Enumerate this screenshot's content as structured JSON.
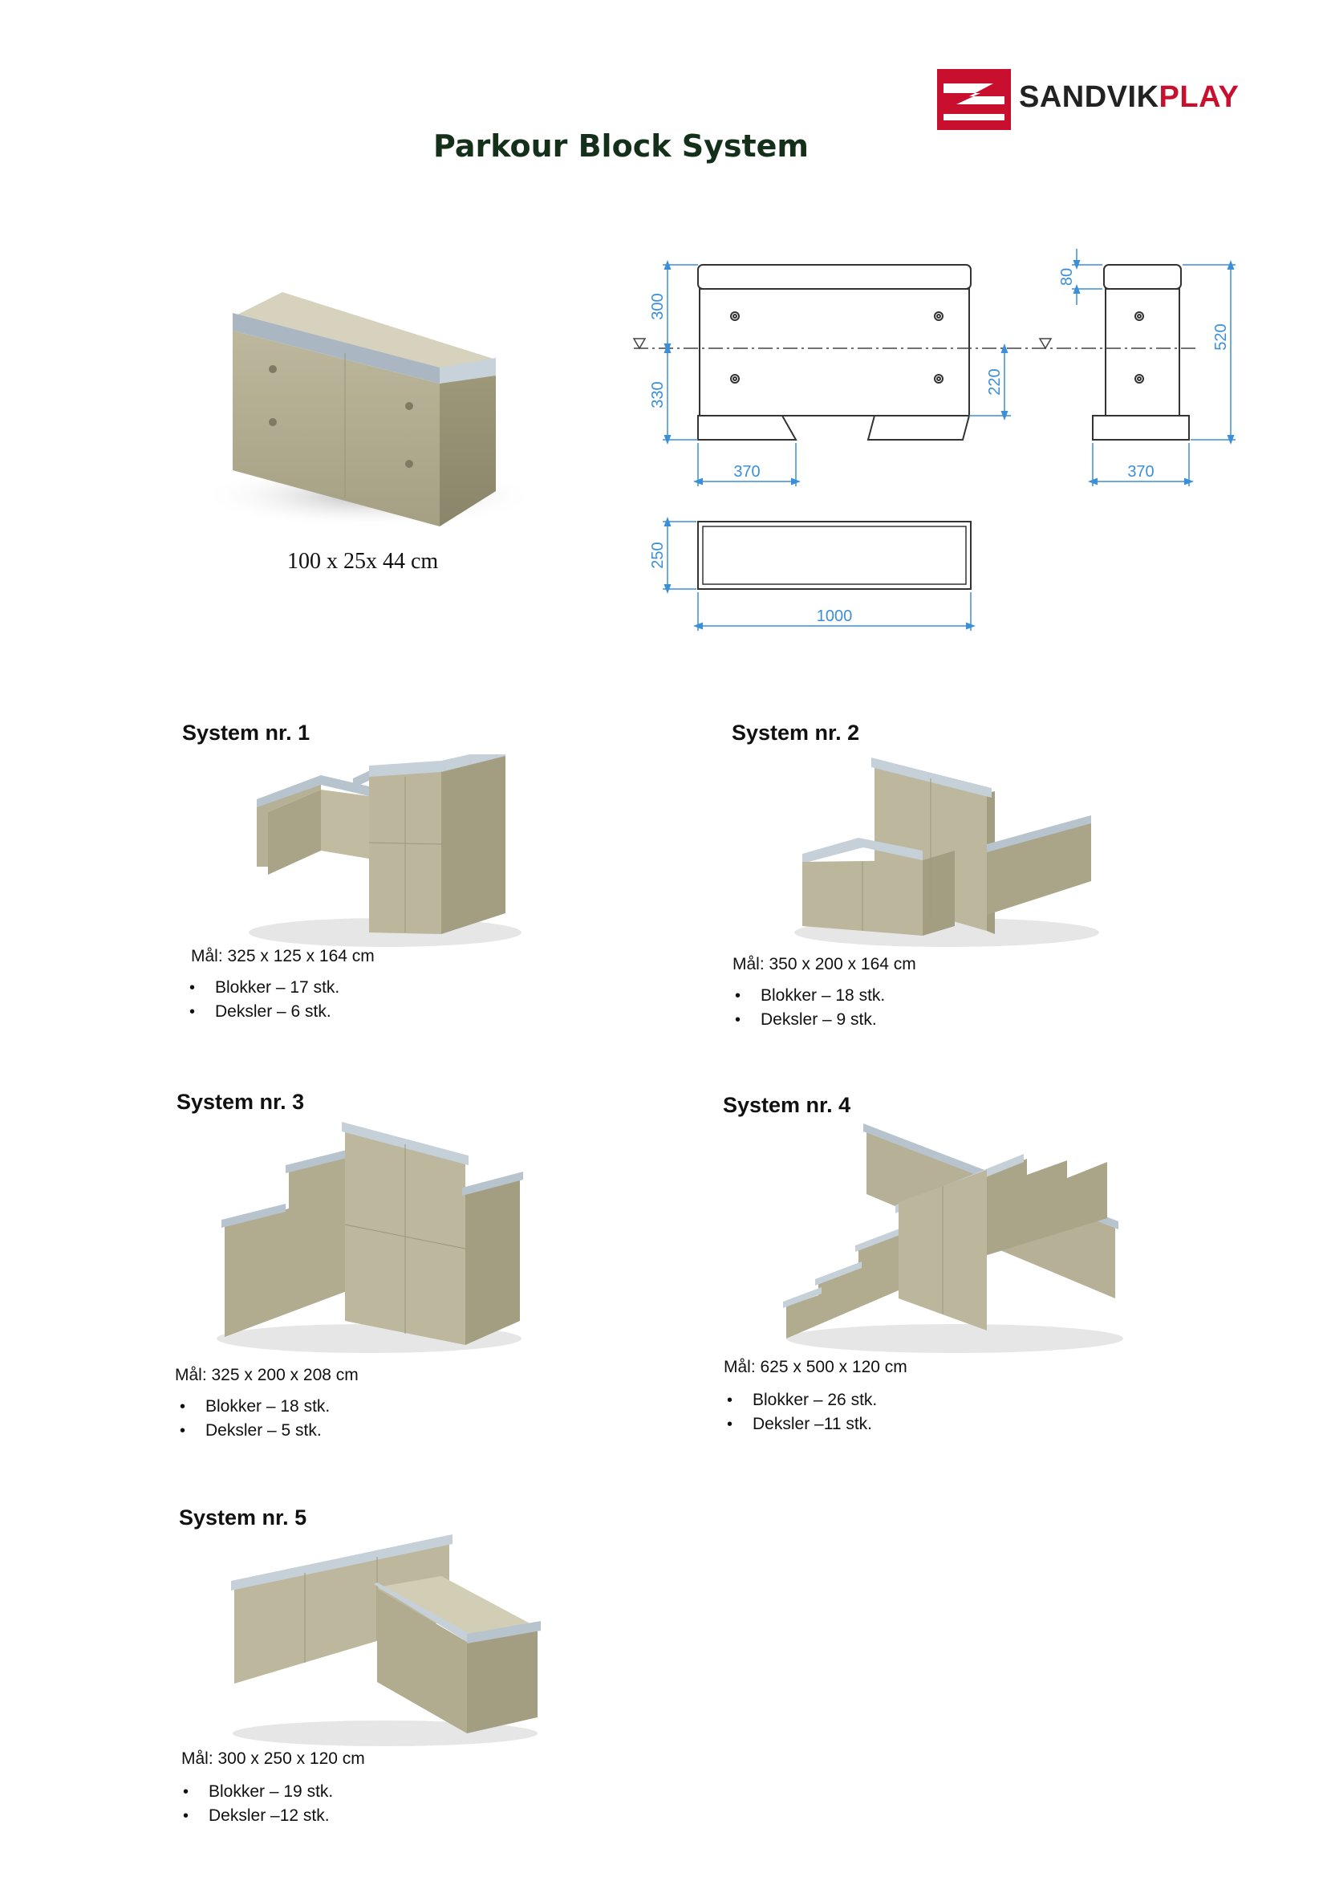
{
  "header": {
    "title": "Parkour Block System",
    "brand_name_part1": "SANDVIK",
    "brand_name_part2": "PLAY",
    "brand_color": "#c8102e"
  },
  "main_block": {
    "caption": "100 x 25x 44 cm"
  },
  "drawing": {
    "dims": {
      "d300": "300",
      "d330": "330",
      "d220": "220",
      "d370_front": "370",
      "d80": "80",
      "d520": "520",
      "d370_side": "370",
      "d250": "250",
      "d1000": "1000"
    },
    "dim_color": "#3b8fd8"
  },
  "systems": [
    {
      "title": "System nr. 1",
      "dims": "Mål: 325 x 125 x 164 cm",
      "blokker": "Blokker – 17 stk.",
      "deksler": "Deksler – 6 stk."
    },
    {
      "title": "System  nr. 2",
      "dims": "Mål:  350 x 200 x 164 cm",
      "blokker": "Blokker – 18 stk.",
      "deksler": "Deksler – 9 stk."
    },
    {
      "title": "System nr. 3",
      "dims": "Mål:  325 x 200 x 208 cm",
      "blokker": "Blokker – 18 stk.",
      "deksler": "Deksler – 5 stk."
    },
    {
      "title": "System nr. 4",
      "dims": "Mål:  625 x 500 x 120 cm",
      "blokker": "Blokker – 26 stk.",
      "deksler": "Deksler –11 stk."
    },
    {
      "title": "System nr. 5",
      "dims": "Mål:  300 x 250 x 120 cm",
      "blokker": "Blokker – 19 stk.",
      "deksler": "Deksler –12 stk."
    }
  ]
}
